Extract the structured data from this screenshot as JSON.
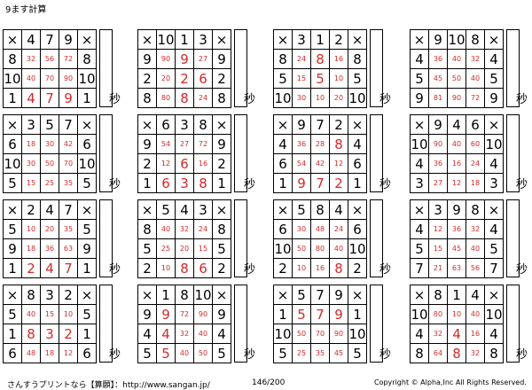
{
  "title": "9ます計算",
  "op": "×",
  "seconds_label": "秒",
  "colors": {
    "answer": "#d42a2a",
    "text": "#000000"
  },
  "footer": {
    "left": "さんすうプリントなら【算願】：http://www.sangan.jp/",
    "page": "146/200",
    "copyright": "Copyright © Alpha,Inc All Rights Reserved."
  },
  "problems": [
    {
      "cols": [
        4,
        7,
        9
      ],
      "rows": [
        8,
        10,
        1
      ],
      "answers": [
        [
          32,
          56,
          72
        ],
        [
          40,
          70,
          90
        ],
        [
          4,
          7,
          9
        ]
      ]
    },
    {
      "cols": [
        10,
        1,
        3
      ],
      "rows": [
        9,
        2,
        8
      ],
      "answers": [
        [
          90,
          9,
          27
        ],
        [
          20,
          2,
          6
        ],
        [
          80,
          8,
          24
        ]
      ]
    },
    {
      "cols": [
        3,
        1,
        2
      ],
      "rows": [
        8,
        5,
        10
      ],
      "answers": [
        [
          24,
          8,
          16
        ],
        [
          15,
          5,
          10
        ],
        [
          30,
          10,
          20
        ]
      ]
    },
    {
      "cols": [
        9,
        10,
        8
      ],
      "rows": [
        4,
        5,
        9
      ],
      "answers": [
        [
          36,
          40,
          32
        ],
        [
          45,
          50,
          40
        ],
        [
          81,
          90,
          72
        ]
      ]
    },
    {
      "cols": [
        3,
        5,
        7
      ],
      "rows": [
        6,
        10,
        5
      ],
      "answers": [
        [
          18,
          30,
          42
        ],
        [
          30,
          50,
          70
        ],
        [
          15,
          25,
          35
        ]
      ]
    },
    {
      "cols": [
        6,
        3,
        8
      ],
      "rows": [
        9,
        2,
        1
      ],
      "answers": [
        [
          54,
          27,
          72
        ],
        [
          12,
          6,
          16
        ],
        [
          6,
          3,
          8
        ]
      ]
    },
    {
      "cols": [
        9,
        7,
        2
      ],
      "rows": [
        4,
        6,
        1
      ],
      "answers": [
        [
          36,
          28,
          8
        ],
        [
          54,
          42,
          12
        ],
        [
          9,
          7,
          2
        ]
      ]
    },
    {
      "cols": [
        9,
        4,
        6
      ],
      "rows": [
        10,
        4,
        3
      ],
      "answers": [
        [
          90,
          40,
          60
        ],
        [
          36,
          16,
          24
        ],
        [
          27,
          12,
          18
        ]
      ]
    },
    {
      "cols": [
        2,
        4,
        7
      ],
      "rows": [
        5,
        9,
        1
      ],
      "answers": [
        [
          10,
          20,
          35
        ],
        [
          18,
          36,
          63
        ],
        [
          2,
          4,
          7
        ]
      ]
    },
    {
      "cols": [
        5,
        4,
        3
      ],
      "rows": [
        8,
        5,
        2
      ],
      "answers": [
        [
          40,
          32,
          24
        ],
        [
          25,
          20,
          15
        ],
        [
          10,
          8,
          6
        ]
      ]
    },
    {
      "cols": [
        5,
        8,
        4
      ],
      "rows": [
        6,
        10,
        2
      ],
      "answers": [
        [
          30,
          48,
          24
        ],
        [
          50,
          80,
          40
        ],
        [
          10,
          16,
          8
        ]
      ]
    },
    {
      "cols": [
        3,
        9,
        8
      ],
      "rows": [
        4,
        5,
        7
      ],
      "answers": [
        [
          12,
          36,
          32
        ],
        [
          15,
          45,
          40
        ],
        [
          21,
          63,
          56
        ]
      ]
    },
    {
      "cols": [
        8,
        3,
        2
      ],
      "rows": [
        5,
        1,
        6
      ],
      "answers": [
        [
          40,
          15,
          10
        ],
        [
          8,
          3,
          2
        ],
        [
          48,
          18,
          12
        ]
      ]
    },
    {
      "cols": [
        1,
        8,
        10
      ],
      "rows": [
        9,
        4,
        5
      ],
      "answers": [
        [
          9,
          72,
          90
        ],
        [
          4,
          32,
          40
        ],
        [
          5,
          40,
          50
        ]
      ]
    },
    {
      "cols": [
        5,
        7,
        9
      ],
      "rows": [
        1,
        10,
        5
      ],
      "answers": [
        [
          5,
          7,
          9
        ],
        [
          50,
          70,
          90
        ],
        [
          25,
          35,
          45
        ]
      ]
    },
    {
      "cols": [
        8,
        1,
        4
      ],
      "rows": [
        10,
        4,
        8
      ],
      "answers": [
        [
          80,
          10,
          40
        ],
        [
          32,
          4,
          16
        ],
        [
          64,
          8,
          32
        ]
      ]
    }
  ]
}
